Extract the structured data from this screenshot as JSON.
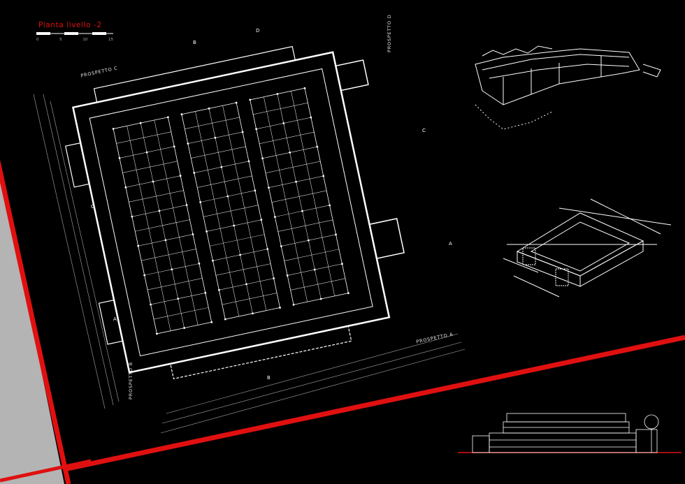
{
  "sheet": {
    "title": "Pianta livello  -2",
    "scale_ticks": [
      "0",
      "5",
      "10",
      "15"
    ],
    "colors": {
      "background": "#000000",
      "linework": "#ffffff",
      "accent_red": "#e01010",
      "margin_grey": "#b4b4b4"
    }
  },
  "plan": {
    "facade_labels": {
      "a": "PROSPETTO A",
      "b": "PROSPETTO B",
      "c": "PROSPETTO C",
      "d": "PROSPETTO D"
    },
    "section_markers": [
      "A",
      "A",
      "B",
      "B",
      "C",
      "C",
      "D"
    ]
  }
}
